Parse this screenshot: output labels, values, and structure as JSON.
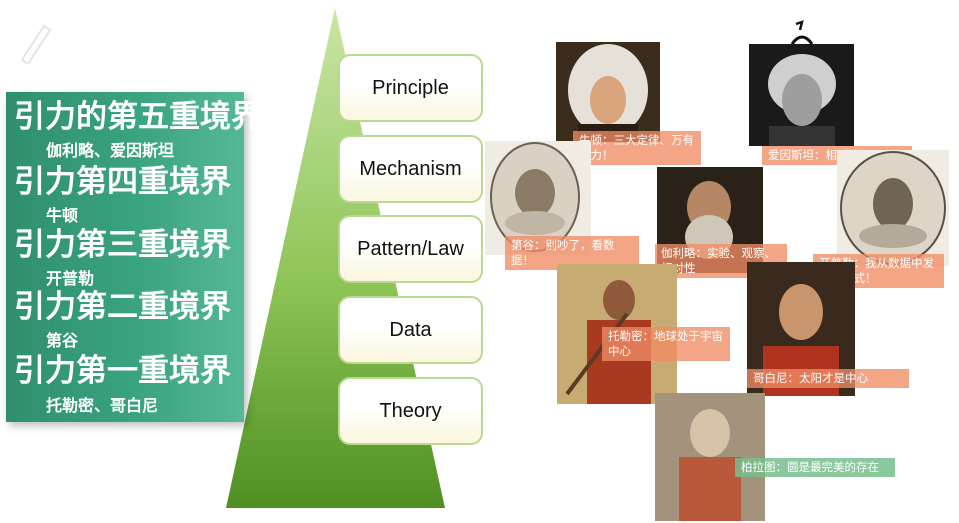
{
  "levels": [
    {
      "title": "引力的第五重境界",
      "sub": "伽利略、爱因斯坦"
    },
    {
      "title": "引力第四重境界",
      "sub": "牛顿"
    },
    {
      "title": "引力第三重境界",
      "sub": "开普勒"
    },
    {
      "title": "引力第二重境界",
      "sub": "第谷"
    },
    {
      "title": "引力第一重境界",
      "sub": "托勒密、哥白尼"
    }
  ],
  "stages": [
    "Principle",
    "Mechanism",
    "Pattern/Law",
    "Data",
    "Theory"
  ],
  "portraits": {
    "newton": "牛顿：三大定律、万有引力！",
    "einstein": "爱因斯坦：相对论！",
    "tycho": "第谷：别吵了，看数据！",
    "galileo": "伽利略：实验、观察、相对性",
    "kepler": "开普勒：我从数据中发现了模式！",
    "ptolemy": "托勒密：地球处于宇宙中心",
    "copernicus": "哥白尼：太阳才是中心",
    "plato": "柏拉图：圆是最完美的存在"
  },
  "colors": {
    "panel": "#3aa37f",
    "triangle": "#6aa832",
    "stage_border": "#b9d98f",
    "caption": "#f08c64"
  }
}
